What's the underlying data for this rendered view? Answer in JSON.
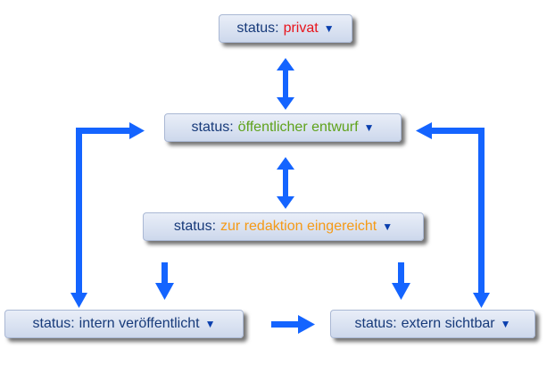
{
  "colors": {
    "arrow": "#1464ff",
    "label": "#173a7a",
    "caret": "#0a3fae"
  },
  "icons": {
    "dropdown": "chevron-down-icon",
    "arrow": "arrow-icon"
  },
  "nodes": {
    "privat": {
      "label": "status:",
      "value": "privat",
      "color": "#e8141c",
      "caret": "▼"
    },
    "entwurf": {
      "label": "status:",
      "value": "öffentlicher entwurf",
      "color": "#5fa21b",
      "caret": "▼"
    },
    "redaktion": {
      "label": "status:",
      "value": "zur redaktion eingereicht",
      "color": "#f59a16",
      "caret": "▼"
    },
    "intern": {
      "label": "status:",
      "value": "intern veröffentlicht",
      "color": "#173a7a",
      "caret": "▼"
    },
    "extern": {
      "label": "status:",
      "value": "extern sichtbar",
      "color": "#173a7a",
      "caret": "▼"
    }
  }
}
